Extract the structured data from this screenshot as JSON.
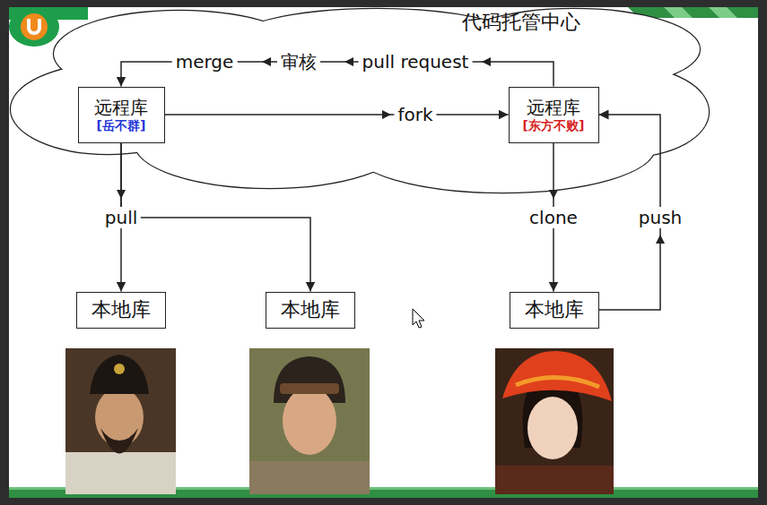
{
  "diagram": {
    "nodes": [
      {
        "text": [
          "代码托管中心"
        ]
      },
      {
        "text": [
          "远程库",
          "[岳不群]"
        ],
        "in": 0
      },
      {
        "text": [
          "远程库",
          "[东方不败]"
        ],
        "in": 0
      },
      {
        "text": [
          "本地库"
        ]
      },
      {
        "text": [
          "本地库"
        ]
      },
      {
        "text": [
          "本地库"
        ]
      }
    ],
    "edges": [
      {
        "from": 2,
        "to": 1,
        "arrow": "to"
      },
      {
        "from": 1,
        "to": 2,
        "label": "fork",
        "arrow": "to"
      },
      {
        "from": 1,
        "to": 3,
        "label": "pull",
        "arrow": "to"
      },
      {
        "from": 1,
        "to": 4,
        "arrow": "to"
      },
      {
        "from": 2,
        "to": 5,
        "label": "clone",
        "arrow": "to"
      },
      {
        "from": 5,
        "to": 2,
        "label": "push",
        "arrow": "to"
      }
    ],
    "labels": [
      "merge",
      "审核",
      "pull request"
    ]
  }
}
